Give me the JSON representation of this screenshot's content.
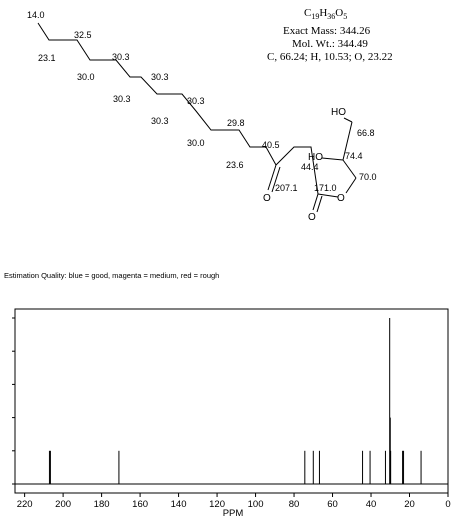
{
  "formula": {
    "line1_base": "C",
    "line1_c_sub": "19",
    "line1_h": "H",
    "line1_h_sub": "36",
    "line1_o": "O",
    "line1_o_sub": "5",
    "exact_mass": "Exact Mass: 344.26",
    "mol_wt": "Mol. Wt.: 344.49",
    "composition": "C, 66.24; H, 10.53; O, 23.22"
  },
  "structure": {
    "atoms": {
      "oh_top": "HO",
      "oh_mid": "HO",
      "o_ketone": "O",
      "o_ester_carbonyl": "O",
      "o_ester": "O"
    },
    "shifts": [
      "14.0",
      "32.5",
      "23.1",
      "30.3",
      "30.0",
      "30.3",
      "30.3",
      "30.3",
      "30.3",
      "29.8",
      "30.0",
      "40.5",
      "23.6",
      "44.4",
      "207.1",
      "171.0",
      "66.8",
      "74.4",
      "70.0"
    ]
  },
  "estimation_note": "Estimation Quality: blue = good, magenta = medium, red = rough",
  "spectrum_axis": {
    "xlabel": "PPM",
    "ticks": [
      "220",
      "200",
      "180",
      "160",
      "140",
      "120",
      "100",
      "80",
      "60",
      "40",
      "20",
      "0"
    ]
  },
  "chart_data": {
    "type": "bar",
    "title": "",
    "xlabel": "PPM",
    "xlim": [
      225,
      0
    ],
    "peaks_ppm": [
      207.1,
      206.6,
      171.0,
      74.4,
      70.0,
      66.8,
      44.4,
      40.5,
      32.5,
      30.3,
      30.0,
      29.8,
      23.6,
      23.1,
      14.0
    ],
    "peak_intensity": [
      0.2,
      0.2,
      0.2,
      0.2,
      0.2,
      0.2,
      0.2,
      0.2,
      0.2,
      1.0,
      0.4,
      0.2,
      0.2,
      0.2,
      0.2
    ]
  }
}
